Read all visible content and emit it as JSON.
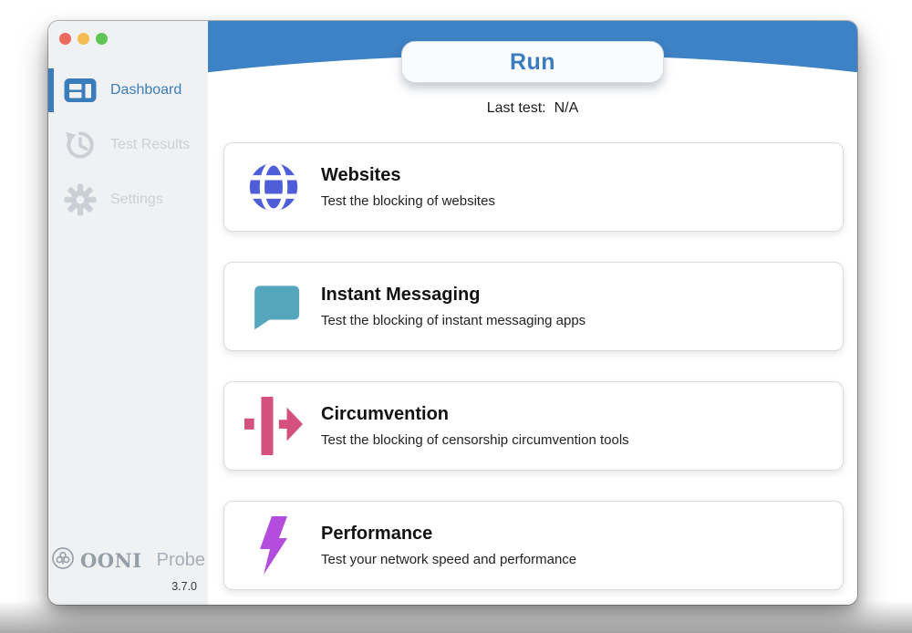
{
  "window": {
    "controls": [
      "close",
      "minimize",
      "zoom"
    ]
  },
  "sidebar": {
    "items": [
      {
        "label": "Dashboard",
        "icon": "dashboard-icon",
        "active": true
      },
      {
        "label": "Test Results",
        "icon": "history-icon",
        "active": false
      },
      {
        "label": "Settings",
        "icon": "gear-icon",
        "active": false
      }
    ],
    "brand": {
      "ooni": "OONI",
      "probe": "Probe",
      "version": "3.7.0"
    }
  },
  "header": {
    "run_label": "Run",
    "last_test_label": "Last test:",
    "last_test_value": "N/A"
  },
  "cards": [
    {
      "title": "Websites",
      "description": "Test the blocking of websites",
      "icon": "globe-icon"
    },
    {
      "title": "Instant Messaging",
      "description": "Test the blocking of instant messaging apps",
      "icon": "message-icon"
    },
    {
      "title": "Circumvention",
      "description": "Test the blocking of censorship circumvention tools",
      "icon": "circumvention-icon"
    },
    {
      "title": "Performance",
      "description": "Test your network speed and performance",
      "icon": "bolt-icon"
    }
  ],
  "colors": {
    "header_blue": "#3d82c4",
    "accent_blue": "#3b7cba",
    "run_text": "#3a7cbe",
    "inactive_gray": "#cbd0d6",
    "globe": "#4e5dd8",
    "messaging": "#53a6bb",
    "circumvention": "#d4517d",
    "performance": "#b44ddd",
    "traffic_red": "#ed6a5f",
    "traffic_yellow": "#f5bd4f",
    "traffic_green": "#61c454"
  }
}
